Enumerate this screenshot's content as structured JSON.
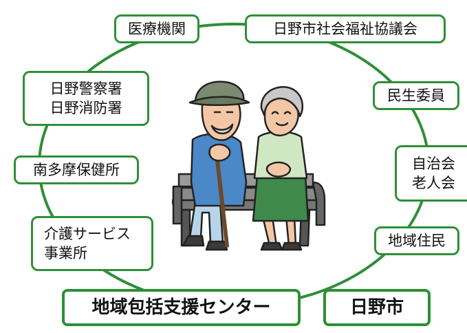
{
  "nodes": {
    "medical": "医療機関",
    "council": "日野市社会福祉協議会",
    "police_fire": "日野警察署\n日野消防署",
    "welfare_commissioner": "民生委員",
    "health_center": "南多摩保健所",
    "neighborhood": "自治会\n老人会",
    "care_providers": "介護サービス\n事業所",
    "residents": "地域住民",
    "support_center": "地域包括支援センター",
    "city": "日野市"
  },
  "colors": {
    "network_line": "#2e8f37",
    "node_border": "#2e8f37",
    "node_fill": "#ffffff",
    "text": "#111111",
    "illustration_man_jacket": "#4a88c7",
    "illustration_woman_skirt": "#3f8a4a",
    "illustration_woman_top": "#cfe8c3",
    "illustration_bench": "#6b6b6b"
  },
  "illustration": {
    "subject": "elderly-couple-on-bench-icon"
  }
}
